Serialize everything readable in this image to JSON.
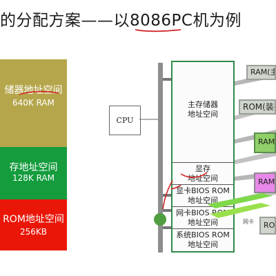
{
  "title": "的分配方案——以8086PC机为例",
  "left_blocks": [
    {
      "line1": "储器地址空间",
      "line2": "640K RAM",
      "color": "#b5a64b"
    },
    {
      "line1": "存地址空间",
      "line2": "128K RAM",
      "color": "#149c3d"
    },
    {
      "line1": "ROM地址空间",
      "line2": "256KB",
      "color": "#ea1608"
    }
  ],
  "cpu_label": "CPU",
  "segments": [
    {
      "line1": "主存储器",
      "line2": "地址空间"
    },
    {
      "line1": "显存",
      "line2": "地址空间"
    },
    {
      "line1": "显卡BIOS ROM",
      "line2": "地址空间"
    },
    {
      "line1": "网卡BIOS ROM",
      "line2": "地址空间"
    },
    {
      "line1": "系统BIOS ROM",
      "line2": "地址空间"
    }
  ],
  "right_boxes": [
    {
      "label": "RAM(主",
      "color": "#cfd4cc"
    },
    {
      "label": "ROM(装在",
      "color": "#cfd4cc"
    },
    {
      "label": "RAM",
      "color": "#8fd068"
    },
    {
      "label": "RAM",
      "color": "#e888e8"
    },
    {
      "label": "ROM",
      "color": "#cfd4cc"
    }
  ],
  "small_label": "网卡"
}
